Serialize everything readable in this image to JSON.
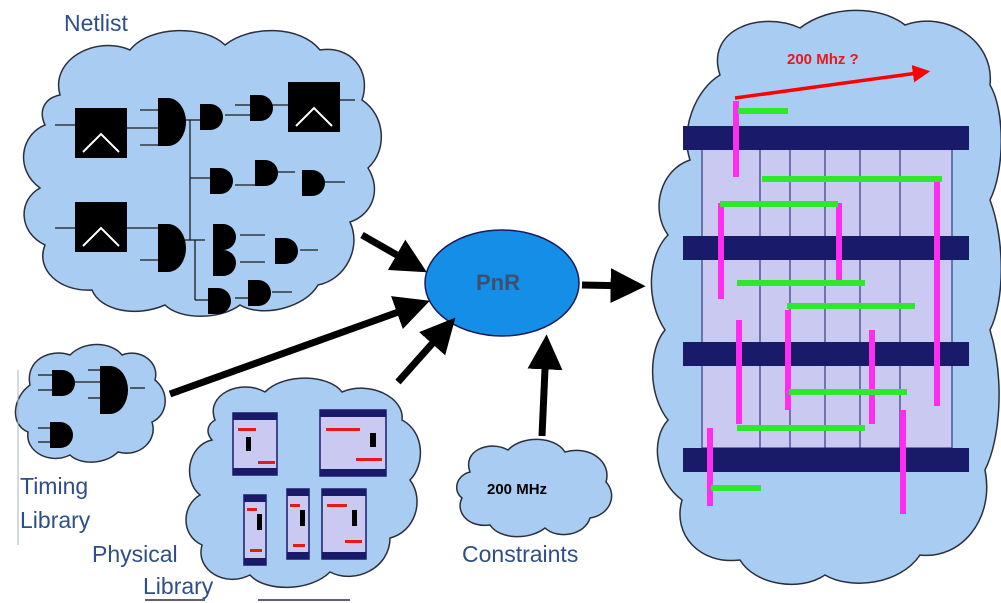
{
  "labels": {
    "netlist": "Netlist",
    "timing_line1": "Timing",
    "timing_line2": "Library",
    "physical_line1": "Physical",
    "physical_line2": "Library",
    "constraints": "Constraints",
    "constraint_value": "200 MHz",
    "pnr": "PnR",
    "target_freq": "200 Mhz ?"
  },
  "colors": {
    "cloud_fill": "#a9cdf2",
    "cloud_stroke": "#2a2f3b",
    "pnr_fill": "#148ee6",
    "pnr_text": "#3f4f6e",
    "cell_fill": "#c9c9f2",
    "rail_fill": "#1a1a6b",
    "wire_green": "#2ee82e",
    "wire_magenta": "#ff2df0",
    "arrow_red": "#ff0000",
    "label_blue": "#2e4e8a"
  }
}
